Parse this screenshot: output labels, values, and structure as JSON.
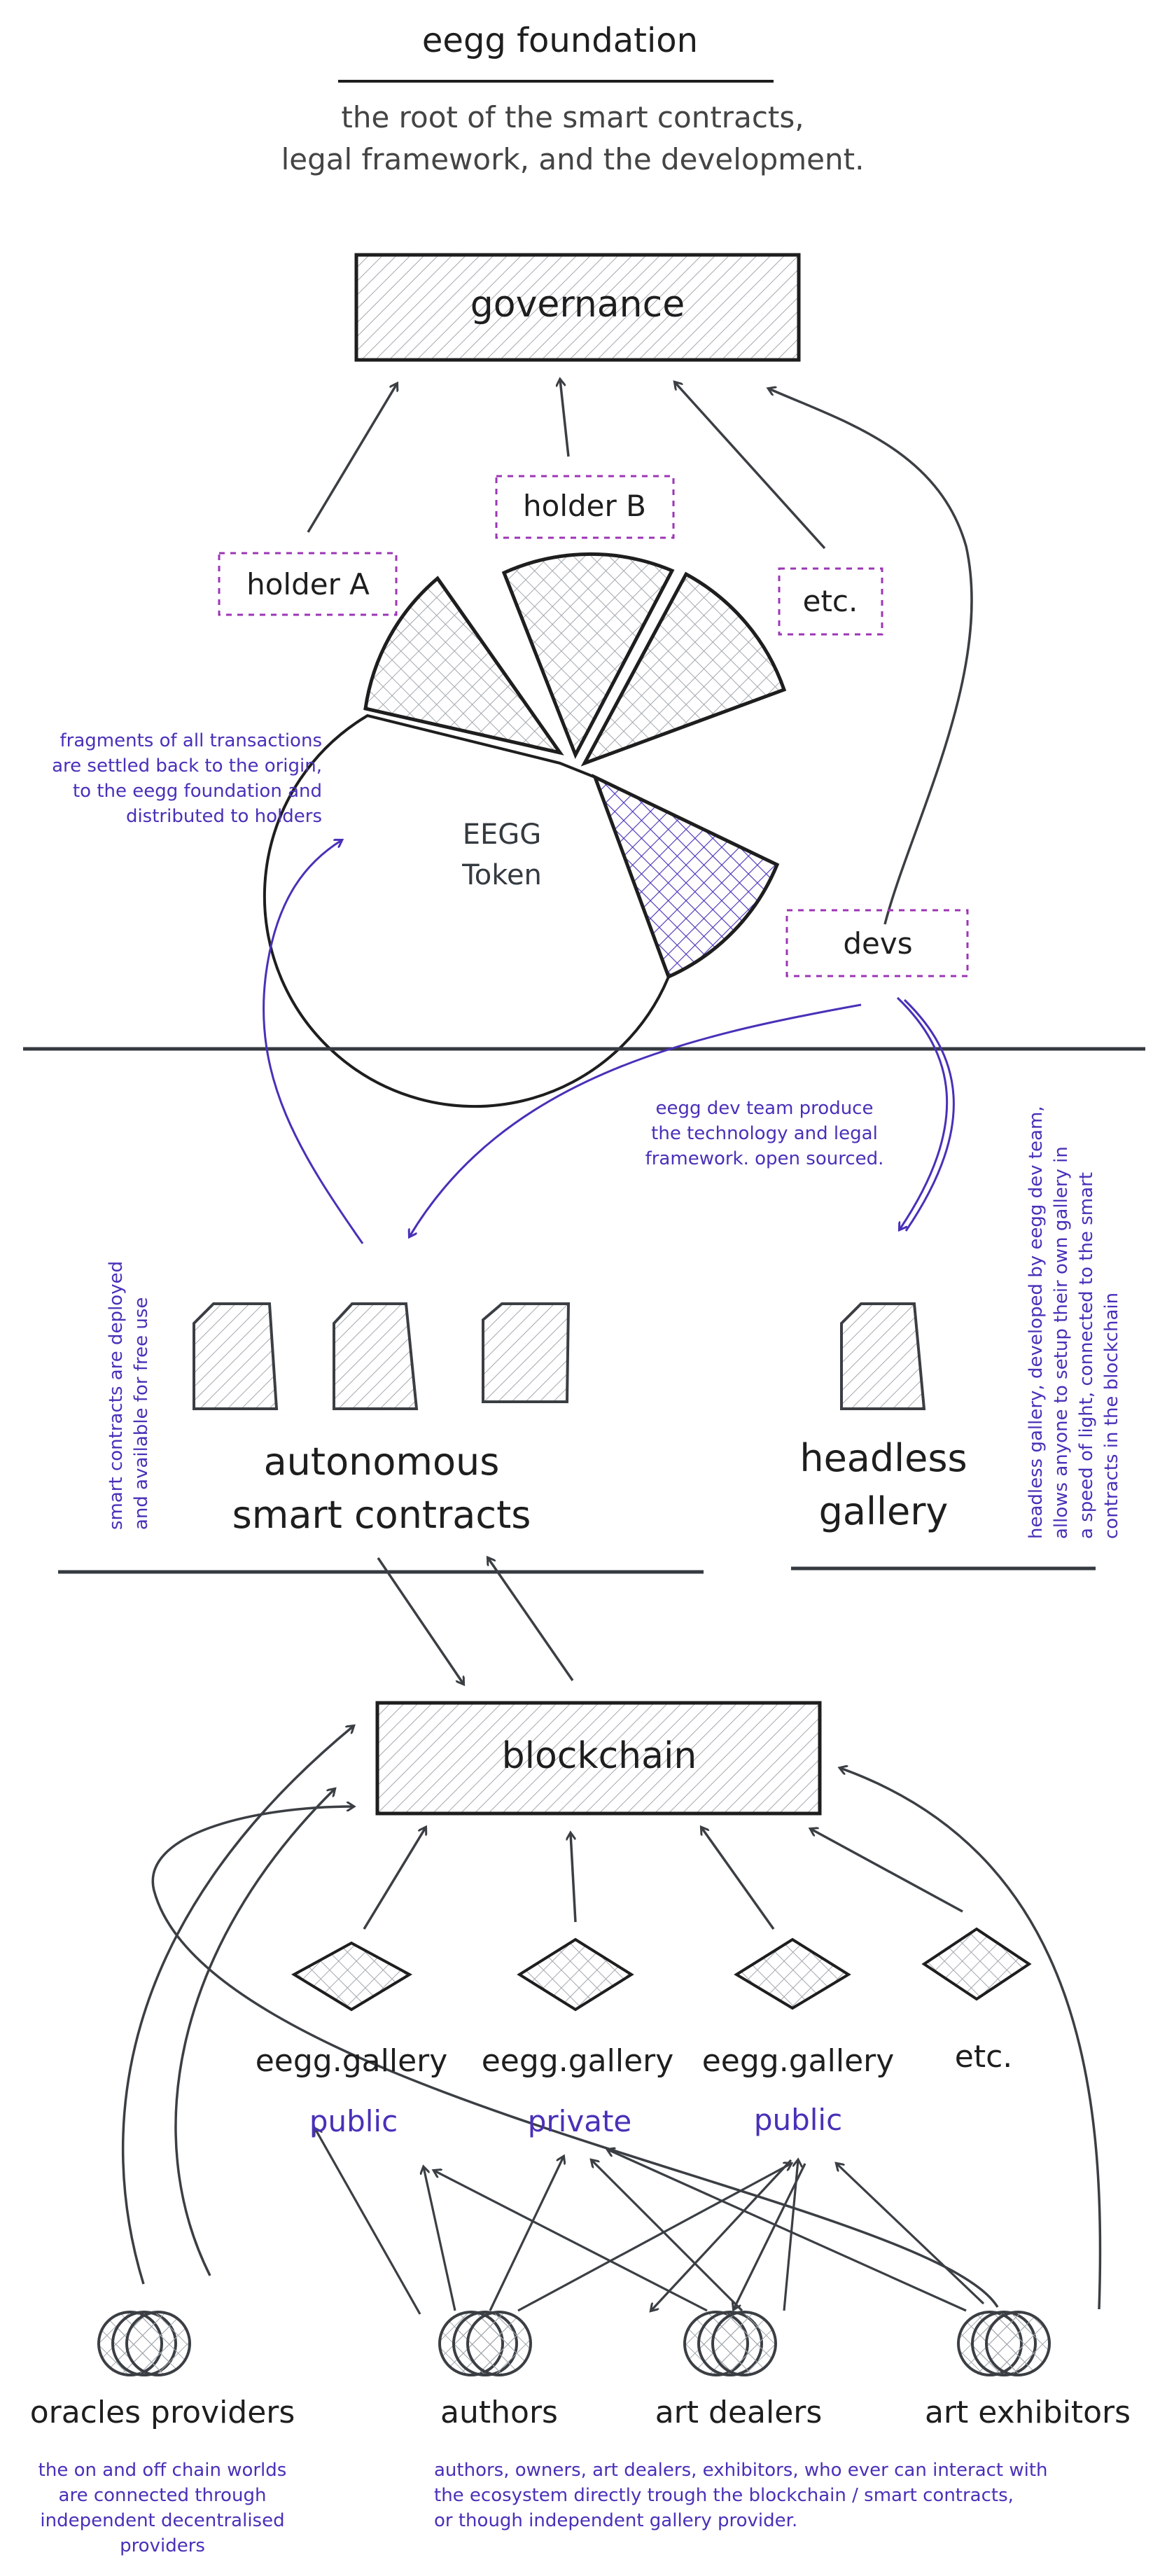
{
  "header": {
    "title": "eegg foundation",
    "subtitle_lines": [
      "the root of the smart contracts,",
      "legal framework, and the development."
    ]
  },
  "governance": {
    "label": "governance"
  },
  "holders": {
    "a": "holder A",
    "b": "holder B",
    "etc": "etc.",
    "devs": "devs"
  },
  "token": {
    "line1": "EEGG",
    "line2": "Token"
  },
  "notes": {
    "fragments": [
      "fragments of all transactions",
      "are settled back to the origin,",
      "to the eegg foundation and",
      "distributed to holders"
    ],
    "devteam": [
      "eegg dev team produce",
      "the technology and legal",
      "framework. open sourced."
    ],
    "contracts_vertical": [
      "smart contracts are deployed",
      "and available for free use"
    ],
    "gallery_vertical": [
      "headless gallery, developed by eegg dev team,",
      "allows anyone to setup their own gallery in",
      "a speed of light, connected to the smart",
      "contracts in the blockchain"
    ],
    "oracles": [
      "the on and off chain worlds",
      "are connected through",
      "independent decentralised",
      "providers"
    ],
    "actors": [
      "authors, owners, art dealers, exhibitors, who ever can interact with",
      "the ecosystem directly trough the blockchain / smart contracts,",
      "or though independent gallery provider."
    ]
  },
  "contracts": {
    "line1": "autonomous",
    "line2": "smart contracts"
  },
  "headless": {
    "line1": "headless",
    "line2": "gallery"
  },
  "blockchain": {
    "label": "blockchain"
  },
  "galleries": [
    {
      "name": "eegg.gallery",
      "type": "public"
    },
    {
      "name": "eegg.gallery",
      "type": "private"
    },
    {
      "name": "eegg.gallery",
      "type": "public"
    },
    {
      "name": "etc.",
      "type": ""
    }
  ],
  "actors": [
    "oracles providers",
    "authors",
    "art dealers",
    "art exhibitors"
  ],
  "colors": {
    "stroke": "#1e1e1e",
    "accent": "#4a30b8",
    "dashed": "#9c36b5",
    "hatch": "#9aa0a6"
  }
}
